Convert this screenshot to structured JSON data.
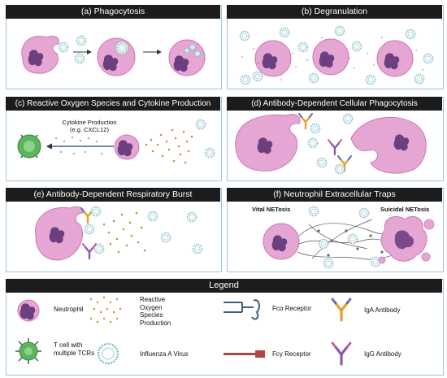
{
  "panels": {
    "a": {
      "title": "(a) Phagocytosis"
    },
    "b": {
      "title": "(b) Degranulation"
    },
    "c": {
      "title": "(c) Reactive Oxygen Species and Cytokine Production",
      "cytokine_label_1": "Cytokine Production",
      "cytokine_label_2": "(e.g. CXCL12)"
    },
    "d": {
      "title": "(d) Antibody-Dependent Cellular Phagocytosis"
    },
    "e": {
      "title": "(e) Antibody-Dependent Respiratory Burst"
    },
    "f": {
      "title": "(f) Neutrophil Extracellular Traps",
      "vital_label": "Vital NETosis",
      "suicidal_label": "Suicidal NETosis"
    }
  },
  "legend": {
    "title": "Legend",
    "neutrophil": "Neutrophil",
    "tcell_1": "T cell with",
    "tcell_2": "multiple TCRs",
    "ros_1": "Reactive",
    "ros_2": "Oxygen",
    "ros_3": "Species",
    "ros_4": "Production",
    "virus": "Influenza A Virus",
    "fca": "Fcα Receptor",
    "fcy": "Fcγ Receptor",
    "iga": "IgA Antibody",
    "igg": "IgG Antibody"
  },
  "colors": {
    "panel_border": "#9cc5e3",
    "title_bar": "#1c1c1c",
    "cell_fill": "#e6a6d3",
    "cell_stroke": "#c978b4",
    "nucleus": "#6c3f7f",
    "virus": "#7fb8c2",
    "ros": "#c8913a",
    "tcell": "#5bb55a",
    "antibody_iga": "#e0a032",
    "antibody_igg": "#8e5aa8",
    "receptor": "#3e5f7a"
  }
}
